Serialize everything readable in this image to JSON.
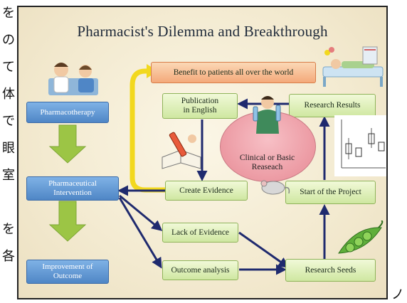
{
  "left_margin_text": [
    "を",
    "の",
    "て",
    "体",
    "で",
    "眼",
    "室",
    "",
    "を",
    "各"
  ],
  "right_margin_text": [
    "ノ"
  ],
  "slide": {
    "title": "Pharmacist's Dilemma and Breakthrough",
    "nodes": {
      "pharmacotherapy": "Pharmacotherapy",
      "pharmaceutical_intervention_1": "Pharmaceutical",
      "pharmaceutical_intervention_2": "Intervention",
      "improvement_1": "Improvement of",
      "improvement_2": "Outcome",
      "benefit": "Benefit to patients all over the world",
      "publication_1": "Publication",
      "publication_2": "in English",
      "research_results": "Research Results",
      "clinical_1": "Clinical or Basic",
      "clinical_2": "Reaseach",
      "create_evidence": "Create Evidence",
      "start_project": "Start of the Project",
      "lack_evidence": "Lack of Evidence",
      "outcome_analysis": "Outcome analysis",
      "research_seeds": "Research Seeds"
    },
    "colors": {
      "blue_box": "#4f86c6",
      "green_box": "#cfe7a1",
      "orange_box": "#f4a97a",
      "ellipse": "#ec9aa3",
      "green_arrow": "#9cc545",
      "navy_arrow": "#1f2a6e",
      "yellow_arrow": "#f2d81e"
    },
    "clipart": [
      "doctor-patient-clipart",
      "hospital-bed-clipart",
      "pencil-book-clipart",
      "scientist-clipart",
      "mouse-clipart",
      "boxplot-chart-clipart",
      "pea-pod-clipart"
    ]
  }
}
